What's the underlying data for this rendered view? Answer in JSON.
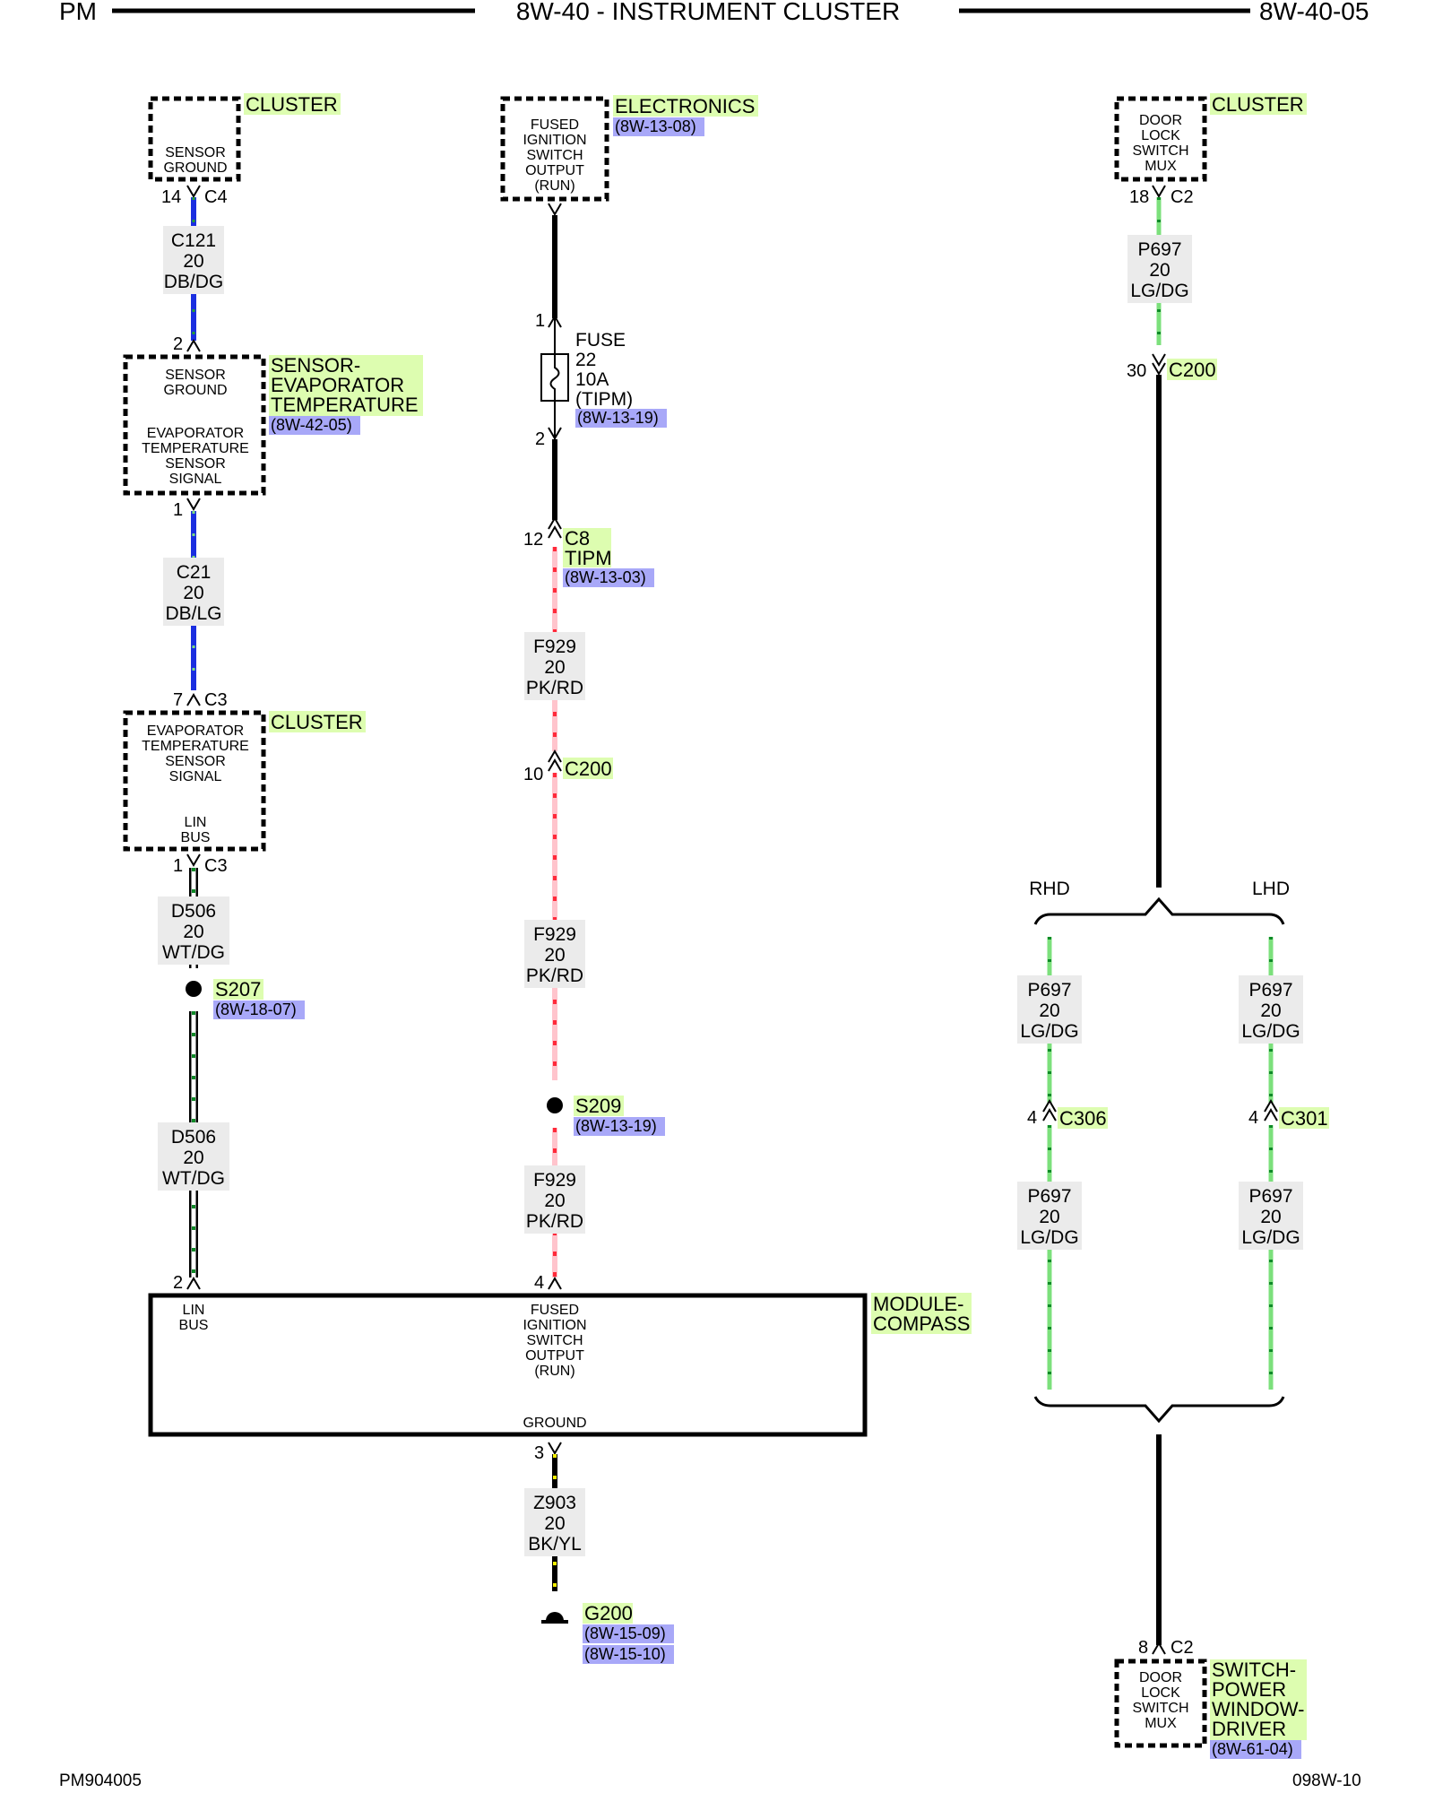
{
  "header": {
    "left": "PM",
    "center": "8W-40 - INSTRUMENT CLUSTER",
    "right": "8W-40-05"
  },
  "footer": {
    "left": "PM904005",
    "right": "098W-10"
  },
  "colors": {
    "highlight_green": "#ddfdb0",
    "highlight_blue": "#a8a8f8",
    "wire_db": "#1a2ee0",
    "wire_lg": "#7ce07c",
    "wire_pk": "#ff4d5e",
    "wire_pk_light": "#ffc4cc",
    "wire_yl": "#f4f000",
    "wire_wt_stripe": "#0f8a28"
  },
  "col1": {
    "cluster1": {
      "tag": "CLUSTER",
      "lines": [
        "SENSOR",
        "GROUND"
      ],
      "pin": "14",
      "conn": "C4"
    },
    "wire1": {
      "code": "C121",
      "gauge": "20",
      "color": "DB/DG"
    },
    "evap": {
      "tag1": "SENSOR-",
      "tag2": "EVAPORATOR",
      "tag3": "TEMPERATURE",
      "ref": "(8W-42-05)",
      "pin_top": "2",
      "pin_bot": "1",
      "top_lines": [
        "SENSOR",
        "GROUND"
      ],
      "bot_lines": [
        "EVAPORATOR",
        "TEMPERATURE",
        "SENSOR",
        "SIGNAL"
      ]
    },
    "wire2": {
      "code": "C21",
      "gauge": "20",
      "color": "DB/LG"
    },
    "cluster2": {
      "tag": "CLUSTER",
      "pin_top": "7",
      "conn_top": "C3",
      "pin_bot": "1",
      "conn_bot": "C3",
      "top_lines": [
        "EVAPORATOR",
        "TEMPERATURE",
        "SENSOR",
        "SIGNAL"
      ],
      "bot_lines": [
        "LIN",
        "BUS"
      ]
    },
    "wire3": {
      "code": "D506",
      "gauge": "20",
      "color": "WT/DG"
    },
    "splice": {
      "tag": "S207",
      "ref": "(8W-18-07)"
    },
    "wire4": {
      "code": "D506",
      "gauge": "20",
      "color": "WT/DG"
    },
    "module_pin": "2",
    "module_lines": [
      "LIN",
      "BUS"
    ]
  },
  "col2": {
    "electronics": {
      "tag": "ELECTRONICS",
      "ref": "(8W-13-08)",
      "lines": [
        "FUSED",
        "IGNITION",
        "SWITCH",
        "OUTPUT",
        "(RUN)"
      ]
    },
    "fuse": {
      "pin_top": "1",
      "pin_bot": "2",
      "lines": [
        "FUSE",
        "22",
        "10A",
        "(TIPM)"
      ],
      "ref": "(8W-13-19)"
    },
    "c8": {
      "pin": "12",
      "tag1": "C8",
      "tag2": "TIPM",
      "ref": "(8W-13-03)"
    },
    "wire1": {
      "code": "F929",
      "gauge": "20",
      "color": "PK/RD"
    },
    "c200": {
      "pin": "10",
      "tag": "C200"
    },
    "wire2": {
      "code": "F929",
      "gauge": "20",
      "color": "PK/RD"
    },
    "splice": {
      "tag": "S209",
      "ref": "(8W-13-19)"
    },
    "wire3": {
      "code": "F929",
      "gauge": "20",
      "color": "PK/RD"
    },
    "module_pin": "4",
    "module_lines": [
      "FUSED",
      "IGNITION",
      "SWITCH",
      "OUTPUT",
      "(RUN)"
    ],
    "module_ground": "GROUND",
    "ground_pin": "3",
    "wire4": {
      "code": "Z903",
      "gauge": "20",
      "color": "BK/YL"
    },
    "ground": {
      "tag": "G200",
      "ref1": "(8W-15-09)",
      "ref2": "(8W-15-10)"
    }
  },
  "module": {
    "tag1": "MODULE-",
    "tag2": "COMPASS"
  },
  "col3": {
    "cluster": {
      "tag": "CLUSTER",
      "lines": [
        "DOOR",
        "LOCK",
        "SWITCH",
        "MUX"
      ],
      "pin": "18",
      "conn": "C2"
    },
    "wire1": {
      "code": "P697",
      "gauge": "20",
      "color": "LG/DG"
    },
    "c200": {
      "pin": "30",
      "tag": "C200"
    },
    "rhd": "RHD",
    "lhd": "LHD",
    "rhd_wire1": {
      "code": "P697",
      "gauge": "20",
      "color": "LG/DG"
    },
    "rhd_conn": {
      "pin": "4",
      "tag": "C306"
    },
    "rhd_wire2": {
      "code": "P697",
      "gauge": "20",
      "color": "LG/DG"
    },
    "lhd_wire1": {
      "code": "P697",
      "gauge": "20",
      "color": "LG/DG"
    },
    "lhd_conn": {
      "pin": "4",
      "tag": "C301"
    },
    "lhd_wire2": {
      "code": "P697",
      "gauge": "20",
      "color": "LG/DG"
    },
    "switch": {
      "pin": "8",
      "conn": "C2",
      "lines": [
        "DOOR",
        "LOCK",
        "SWITCH",
        "MUX"
      ],
      "tag1": "SWITCH-",
      "tag2": "POWER",
      "tag3": "WINDOW-",
      "tag4": "DRIVER",
      "ref": "(8W-61-04)"
    }
  }
}
